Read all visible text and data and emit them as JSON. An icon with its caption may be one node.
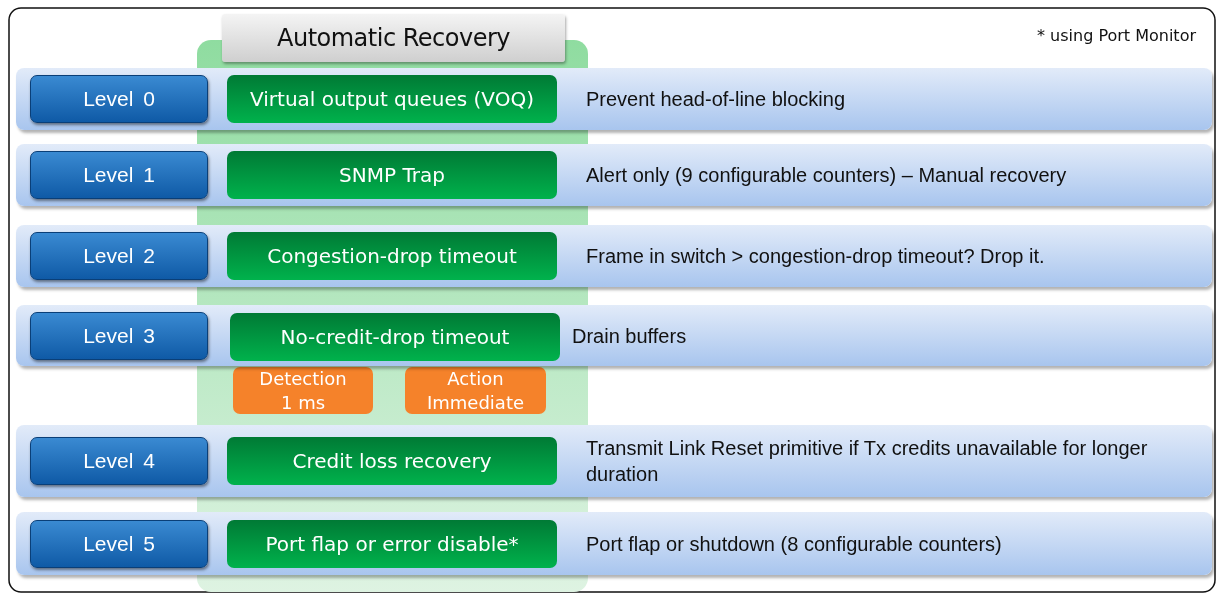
{
  "diagram": {
    "nodes": [
      {
        "text": [],
        "shape": "box"
      },
      {
        "text": [
          "Automatic Recovery"
        ]
      },
      {
        "text": [
          "Prevent head-of-line blocking"
        ]
      },
      {
        "text": [
          "Level 0"
        ],
        "in": 2
      },
      {
        "text": [
          "Virtual output queues (VOQ)"
        ]
      },
      {
        "text": [
          "Alert only (9 configurable counters) – Manual recovery"
        ]
      },
      {
        "text": [
          "Level 1"
        ],
        "in": 5
      },
      {
        "text": [
          "SNMP Trap"
        ]
      },
      {
        "text": [
          "Frame in switch > congestion-drop timeout? Drop it."
        ]
      },
      {
        "text": [
          "Level 2"
        ],
        "in": 8
      },
      {
        "text": [
          "Congestion-drop timeout"
        ]
      },
      {
        "text": [
          "Drain buffers"
        ]
      },
      {
        "text": [
          "Level 3"
        ],
        "in": 11
      },
      {
        "text": [
          "No-credit-drop timeout"
        ]
      },
      {
        "text": [
          "Detection 1 ms"
        ],
        "in": 0
      },
      {
        "text": [
          "Action Immediate"
        ],
        "in": 0
      },
      {
        "text": [
          "Transmit Link Reset primitive if Tx credits unavailable for longer duration"
        ]
      },
      {
        "text": [
          "Level 4"
        ],
        "in": 16
      },
      {
        "text": [
          "Credit loss recovery"
        ]
      },
      {
        "text": [
          "Port flap or shutdown (8 configurable counters)"
        ]
      },
      {
        "text": [
          "Level 5"
        ],
        "in": 19
      },
      {
        "text": [
          "Port flap or error disable*"
        ]
      }
    ],
    "labels": [
      "* using Port Monitor"
    ]
  }
}
